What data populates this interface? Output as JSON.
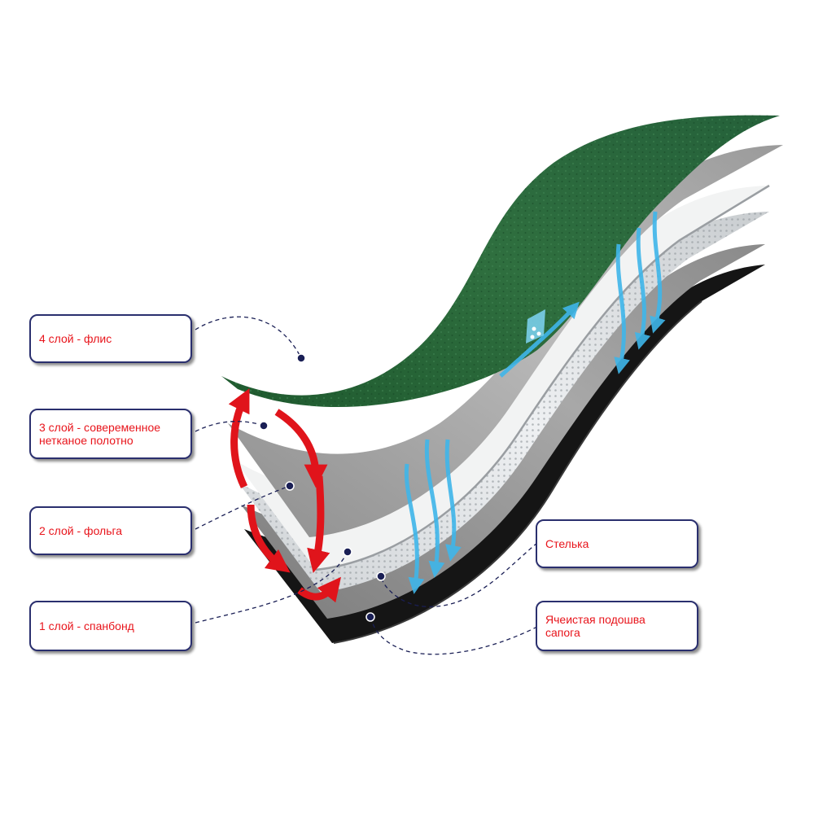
{
  "labels": {
    "layer4": "4 слой - флис",
    "layer3_line1": "3 слой - совеременное",
    "layer3_line2": "нетканое полотно",
    "layer2": "2 слой - фольга",
    "layer1": "1 слой - спанбонд",
    "insole": "Стелька",
    "sole_line1": "Ячеистая подошва",
    "sole_line2": "сапога"
  },
  "colors": {
    "label_text": "#e8141b",
    "label_border": "#2a2f6e",
    "fleece": "#2f6b3e",
    "heat_arrows": "#e0141b",
    "moisture_arrows": "#3fb6ea"
  }
}
